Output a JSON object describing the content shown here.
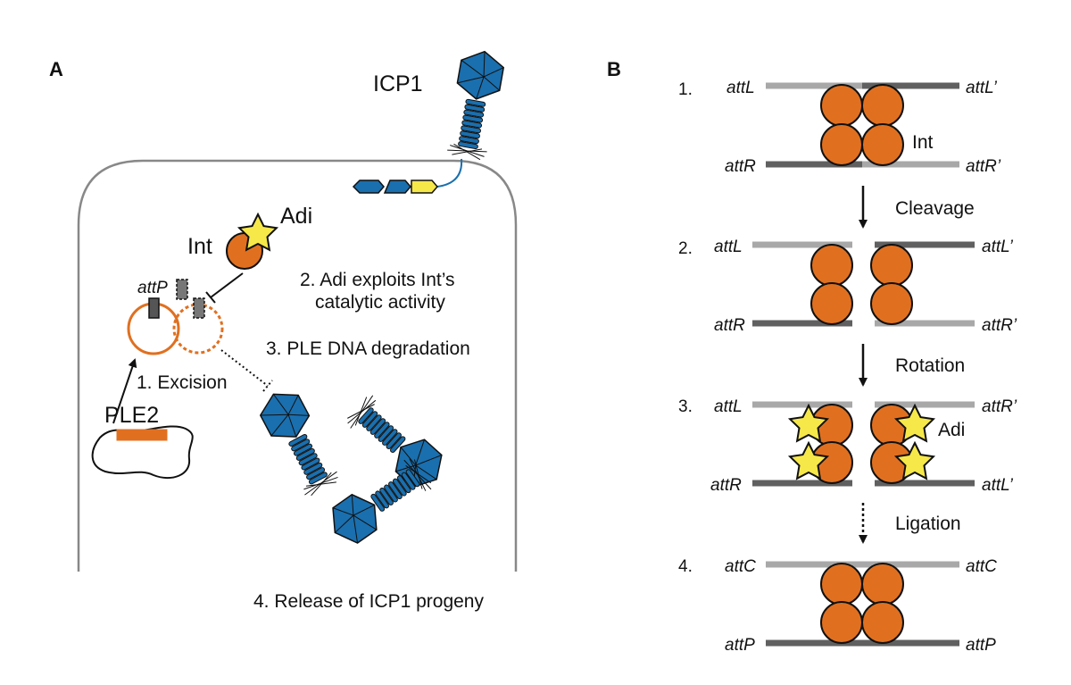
{
  "panel_a": {
    "label": "A",
    "phage_name": "ICP1",
    "adi_label": "Adi",
    "int_label": "Int",
    "attp_label": "attP",
    "step1": "1. Excision",
    "step2_line1": "2. Adi exploits Int’s",
    "step2_line2": "catalytic activity",
    "step3": "3. PLE DNA degradation",
    "step4": "4. Release of ICP1 progeny",
    "ple_label": "PLE2"
  },
  "panel_b": {
    "label": "B",
    "steps": [
      {
        "num": "1.",
        "top_left": "attL",
        "top_right": "attL’",
        "bottom_left": "attR",
        "bottom_right": "attR’",
        "extra": "Int"
      },
      {
        "num": "2.",
        "top_left": "attL",
        "top_right": "attL’",
        "bottom_left": "attR",
        "bottom_right": "attR’"
      },
      {
        "num": "3.",
        "top_left": "attL",
        "top_right": "attR’",
        "bottom_left": "attR",
        "bottom_right": "attL’",
        "extra": "Adi"
      },
      {
        "num": "4.",
        "top_left": "attC",
        "top_right": "attC",
        "bottom_left": "attP",
        "bottom_right": "attP"
      }
    ],
    "transitions": [
      "Cleavage",
      "Rotation",
      "Ligation"
    ]
  },
  "colors": {
    "orange": "#e07020",
    "blue": "#1a6fae",
    "yellow": "#f7e84a",
    "dark_gray": "#606060",
    "light_gray": "#a8a8a8",
    "cell_outline": "#888888"
  }
}
